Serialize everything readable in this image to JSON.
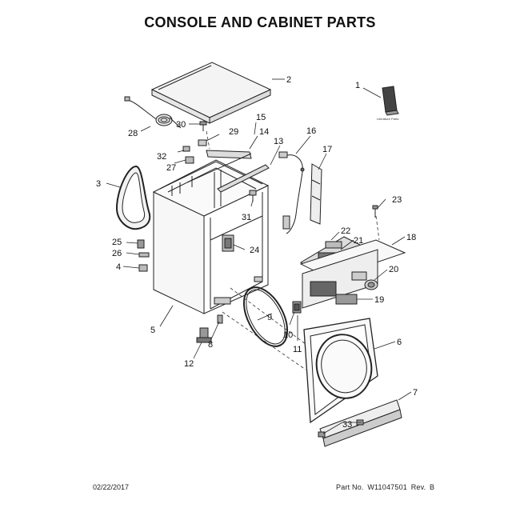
{
  "title": "CONSOLE AND CABINET PARTS",
  "footer": {
    "date": "02/22/2017",
    "part_label": "Part No.",
    "part_number": "W11047501",
    "rev_label": "Rev.",
    "rev_value": "B"
  },
  "literature_label": "Literature Parts",
  "callouts": [
    "1",
    "2",
    "3",
    "4",
    "5",
    "6",
    "7",
    "8",
    "9",
    "10",
    "11",
    "12",
    "13",
    "14",
    "15",
    "16",
    "17",
    "18",
    "19",
    "20",
    "21",
    "22",
    "23",
    "24",
    "25",
    "26",
    "27",
    "28",
    "29",
    "30",
    "31",
    "32",
    "33"
  ]
}
